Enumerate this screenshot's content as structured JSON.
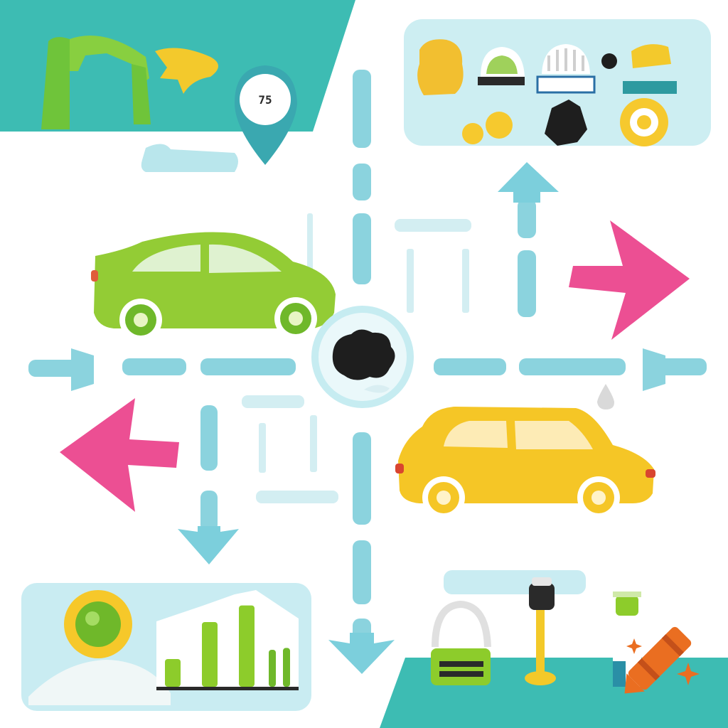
{
  "canvas": {
    "background": "#ffffff",
    "palette": {
      "teal": "#3dbcb3",
      "light_teal": "#b9e6ec",
      "road_blue": "#7ccfdc",
      "lime": "#8ccc2c",
      "yellow": "#f5c828",
      "pink": "#ec4f93",
      "orange": "#ea6e21",
      "dark": "#2a2a2a"
    }
  },
  "top_left_banner": {
    "pin": {
      "label": "75"
    }
  },
  "cars": {
    "green_car": {
      "color": "#93cc35"
    },
    "yellow_car": {
      "color": "#f5c626"
    }
  },
  "center_hub": {
    "icon": "gear-cluster-icon"
  },
  "arrows": {
    "right_arrow": {
      "color": "#ec4f93",
      "direction": "right"
    },
    "left_arrow": {
      "color": "#ec4f93",
      "direction": "left"
    },
    "up_arrow": {
      "color": "#7ccfdc",
      "direction": "up"
    },
    "down_arrow_left": {
      "color": "#7ccfdc",
      "direction": "down"
    },
    "down_arrow_center": {
      "color": "#7ccfdc",
      "direction": "down"
    }
  },
  "top_right_panel": {
    "icons": [
      "mascot-icon",
      "gauge-icon",
      "dome-icon",
      "puzzle-icon",
      "tire-icon",
      "coins-icon"
    ]
  },
  "bottom_left_panel": {
    "icons": [
      "user-avatar-icon",
      "bar-chart-icon"
    ],
    "bars": [
      0.3,
      0.7,
      0.88,
      0.4,
      0.42
    ]
  },
  "bottom_right_strip": {
    "icons": [
      "lock-icon",
      "key-icon",
      "ev-charger-icon",
      "crayon-logo-icon"
    ]
  }
}
